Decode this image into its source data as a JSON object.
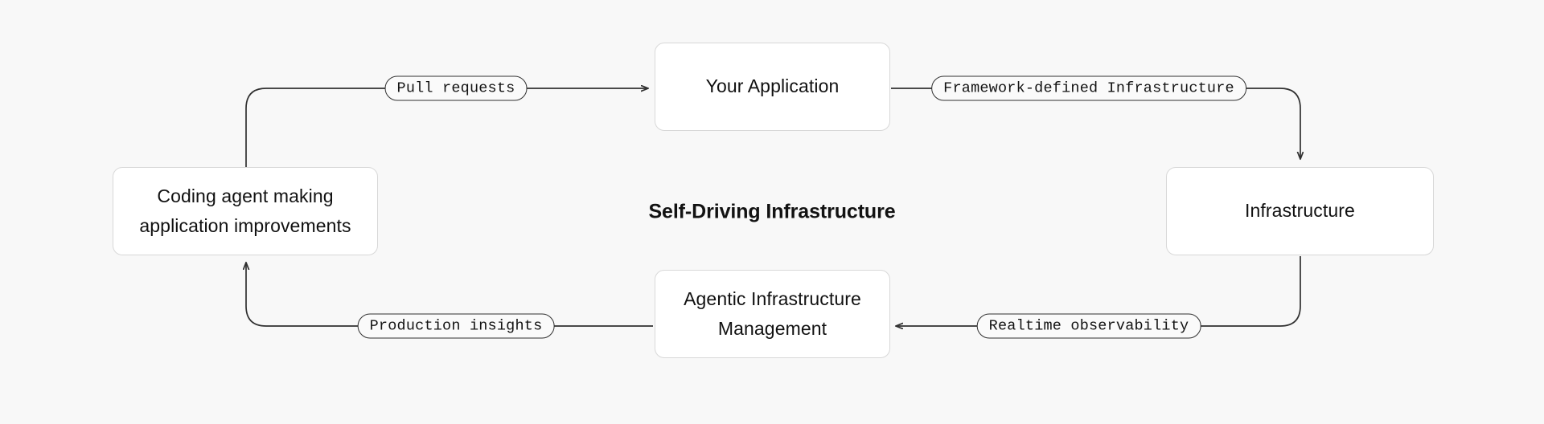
{
  "diagram": {
    "title": "Self-Driving Infrastructure",
    "background_color": "#f8f8f8",
    "node_fill_color": "#ffffff",
    "node_border_color": "#d8d8d8",
    "edge_color": "#303030",
    "label_fill_color": "#fafafa",
    "label_border_color": "#303030"
  },
  "nodes": [
    {
      "id": "coding-agent",
      "label": "Coding agent making\napplication improvements"
    },
    {
      "id": "your-application",
      "label": "Your Application"
    },
    {
      "id": "infrastructure",
      "label": "Infrastructure"
    },
    {
      "id": "agentic-infrastructure-management",
      "label": "Agentic Infrastructure\nManagement"
    }
  ],
  "edge_labels": [
    {
      "id": "pull-requests",
      "label": "Pull requests",
      "from": "coding-agent",
      "to": "your-application"
    },
    {
      "id": "framework-defined-infrastructure",
      "label": "Framework-defined Infrastructure",
      "from": "your-application",
      "to": "infrastructure"
    },
    {
      "id": "realtime-observability",
      "label": "Realtime observability",
      "from": "infrastructure",
      "to": "agentic-infrastructure-management"
    },
    {
      "id": "production-insights",
      "label": "Production insights",
      "from": "agentic-infrastructure-management",
      "to": "coding-agent"
    }
  ]
}
